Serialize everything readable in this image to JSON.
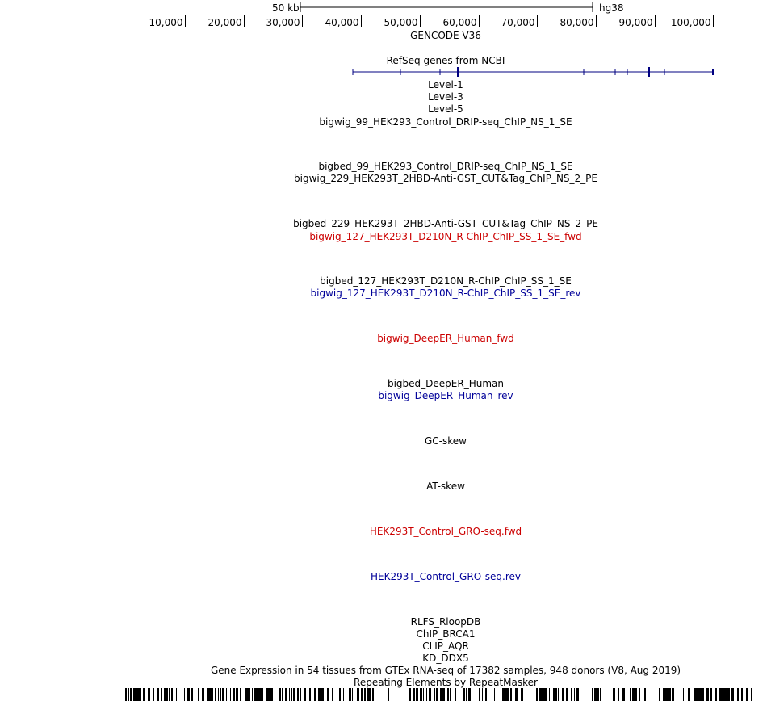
{
  "ruler": {
    "scale_label": "50 kb",
    "assembly": "hg38",
    "ticks": [
      "10,000",
      "20,000",
      "30,000",
      "40,000",
      "50,000",
      "60,000",
      "70,000",
      "80,000",
      "90,000",
      "100,000"
    ]
  },
  "colors": {
    "track_black": "#000000",
    "track_red": "#cc0000",
    "track_blue": "#000099",
    "gene_navy": "#000080"
  },
  "tracks": [
    {
      "key": "gencode",
      "label": "GENCODE V36",
      "color": "black"
    },
    {
      "key": "refseq",
      "label": "RefSeq genes from NCBI",
      "color": "black"
    },
    {
      "key": "level1",
      "label": "Level-1",
      "color": "black"
    },
    {
      "key": "level3",
      "label": "Level-3",
      "color": "black"
    },
    {
      "key": "level5",
      "label": "Level-5",
      "color": "black"
    },
    {
      "key": "bw99",
      "label": "bigwig_99_HEK293_Control_DRIP-seq_ChIP_NS_1_SE",
      "color": "black"
    },
    {
      "key": "bb99",
      "label": "bigbed_99_HEK293_Control_DRIP-seq_ChIP_NS_1_SE",
      "color": "black"
    },
    {
      "key": "bw229",
      "label": "bigwig_229_HEK293T_2HBD-Anti-GST_CUT&Tag_ChIP_NS_2_PE",
      "color": "black"
    },
    {
      "key": "bb229",
      "label": "bigbed_229_HEK293T_2HBD-Anti-GST_CUT&Tag_ChIP_NS_2_PE",
      "color": "black"
    },
    {
      "key": "bw127f",
      "label": "bigwig_127_HEK293T_D210N_R-ChIP_ChIP_SS_1_SE_fwd",
      "color": "red"
    },
    {
      "key": "bb127",
      "label": "bigbed_127_HEK293T_D210N_R-ChIP_ChIP_SS_1_SE",
      "color": "black"
    },
    {
      "key": "bw127r",
      "label": "bigwig_127_HEK293T_D210N_R-ChIP_ChIP_SS_1_SE_rev",
      "color": "blue"
    },
    {
      "key": "deeperf",
      "label": "bigwig_DeepER_Human_fwd",
      "color": "red"
    },
    {
      "key": "deeperbb",
      "label": "bigbed_DeepER_Human",
      "color": "black"
    },
    {
      "key": "deeperr",
      "label": "bigwig_DeepER_Human_rev",
      "color": "blue"
    },
    {
      "key": "gcskew",
      "label": "GC-skew",
      "color": "black"
    },
    {
      "key": "atskew",
      "label": "AT-skew",
      "color": "black"
    },
    {
      "key": "grofwd",
      "label": "HEK293T_Control_GRO-seq.fwd",
      "color": "red"
    },
    {
      "key": "grorev",
      "label": "HEK293T_Control_GRO-seq.rev",
      "color": "blue"
    },
    {
      "key": "rlfs",
      "label": "RLFS_RloopDB",
      "color": "black"
    },
    {
      "key": "brca1",
      "label": "ChIP_BRCA1",
      "color": "black"
    },
    {
      "key": "aqr",
      "label": "CLIP_AQR",
      "color": "black"
    },
    {
      "key": "ddx5",
      "label": "KD_DDX5",
      "color": "black"
    },
    {
      "key": "gtex",
      "label": "Gene Expression in 54 tissues from GTEx RNA-seq of 17382 samples, 948 donors (V8, Aug 2019)",
      "color": "black"
    },
    {
      "key": "rmsk",
      "label": "Repeating Elements by RepeatMasker",
      "color": "black"
    }
  ]
}
